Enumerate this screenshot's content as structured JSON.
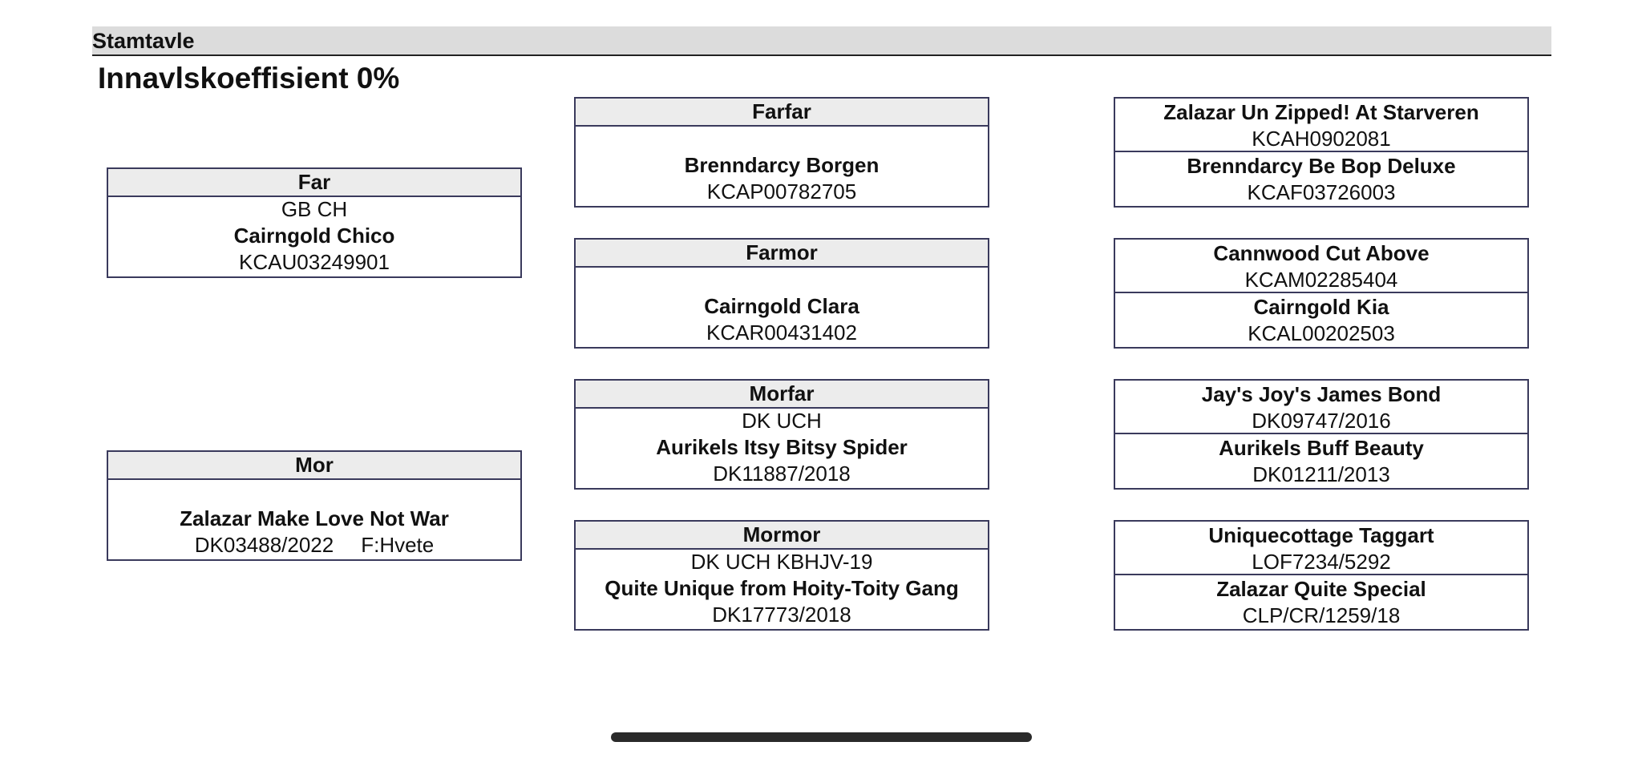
{
  "header": {
    "title": "Stamtavle"
  },
  "coefficient": {
    "label": "Innavlskoeffisient 0%"
  },
  "parents": {
    "far": {
      "heading": "Far",
      "titles": "GB CH",
      "name": "Cairngold Chico",
      "reg": "KCAU03249901"
    },
    "mor": {
      "heading": "Mor",
      "titles": "",
      "name": "Zalazar Make Love Not War",
      "reg": "DK03488/2022",
      "color": "F:Hvete"
    }
  },
  "grandparents": {
    "farfar": {
      "heading": "Farfar",
      "titles": "",
      "name": "Brenndarcy Borgen",
      "reg": "KCAP00782705"
    },
    "farmor": {
      "heading": "Farmor",
      "titles": "",
      "name": "Cairngold Clara",
      "reg": "KCAR00431402"
    },
    "morfar": {
      "heading": "Morfar",
      "titles": "DK UCH",
      "name": "Aurikels Itsy Bitsy Spider",
      "reg": "DK11887/2018"
    },
    "mormor": {
      "heading": "Mormor",
      "titles": "DK UCH KBHJV-19",
      "name": "Quite Unique from Hoity-Toity Gang",
      "reg": "DK17773/2018"
    }
  },
  "great_grandparents": {
    "farfar": {
      "sire": {
        "name": "Zalazar Un Zipped! At Starveren",
        "reg": "KCAH0902081"
      },
      "dam": {
        "name": "Brenndarcy Be Bop Deluxe",
        "reg": "KCAF03726003"
      }
    },
    "farmor": {
      "sire": {
        "name": "Cannwood Cut Above",
        "reg": "KCAM02285404"
      },
      "dam": {
        "name": "Cairngold Kia",
        "reg": "KCAL00202503"
      }
    },
    "morfar": {
      "sire": {
        "name": "Jay's Joy's James Bond",
        "reg": "DK09747/2016"
      },
      "dam": {
        "name": "Aurikels Buff Beauty",
        "reg": "DK01211/2013"
      }
    },
    "mormor": {
      "sire": {
        "name": "Uniquecottage Taggart",
        "reg": "LOF7234/5292"
      },
      "dam": {
        "name": "Zalazar Quite Special",
        "reg": "CLP/CR/1259/18"
      }
    }
  }
}
